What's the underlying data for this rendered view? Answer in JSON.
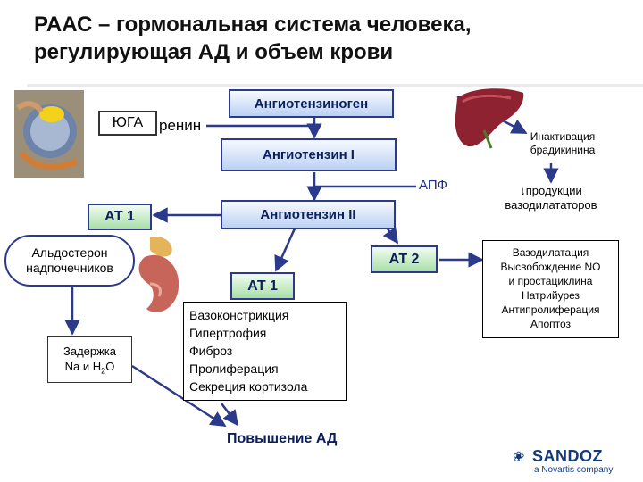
{
  "title": {
    "line1": "РААС – гормональная система человека,",
    "line2": "регулирующая АД и объем крови"
  },
  "nodes": {
    "angiotensinogen": "Ангиотензиноген",
    "yuga": "ЮГА",
    "renin": "ренин",
    "angiotensin1": "Ангиотензин I",
    "apf": "АПФ",
    "at1_left": "АТ 1",
    "angiotensin2": "Ангиотензин II",
    "at2": "АТ 2",
    "at1_center": "АТ 1",
    "aldosterone_line1": "Альдостерон",
    "aldosterone_line2": "надпочечников",
    "retention_line1": "Задержка",
    "retention_line2_a": "Na и H",
    "retention_sub": "2",
    "retention_line2_b": "O",
    "bp_increase": "Повышение АД"
  },
  "liver_notes": {
    "inactivation_line1": "Инактивация",
    "inactivation_line2": "брадикинина",
    "production_line1": "↓продукции",
    "production_line2": "вазодилататоров"
  },
  "at1_effects": [
    "Вазоконстрикция",
    "Гипертрофия",
    "Фиброз",
    "Пролиферация",
    "Секреция кортизола"
  ],
  "at2_effects": [
    "Вазодилатация",
    "Высвобождение NO",
    "и простациклина",
    "Натрийурез",
    "Антипролиферация",
    "Апоптоз"
  ],
  "logo": {
    "brand": "SANDOZ",
    "tagline": "a Novartis company"
  },
  "colors": {
    "box_border": "#2b3a8a",
    "blue_fill": "#bcd1f3",
    "green_fill": "#a9dfa6",
    "arrow": "#2b3a8a",
    "liver": "#8f2230",
    "logo": "#123a7a"
  }
}
